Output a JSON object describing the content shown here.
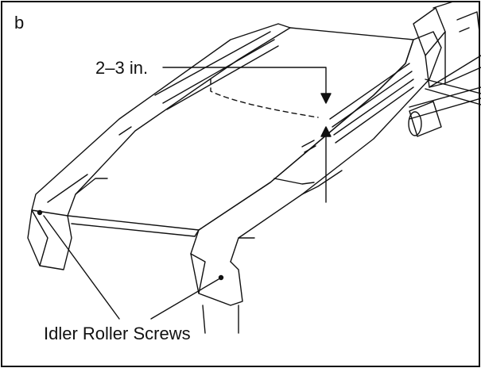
{
  "figure": {
    "panel_letter": "b",
    "measurement_label": "2–3 in.",
    "callout_label": "Idler Roller Screws"
  },
  "colors": {
    "line": "#111111",
    "background": "#ffffff"
  }
}
